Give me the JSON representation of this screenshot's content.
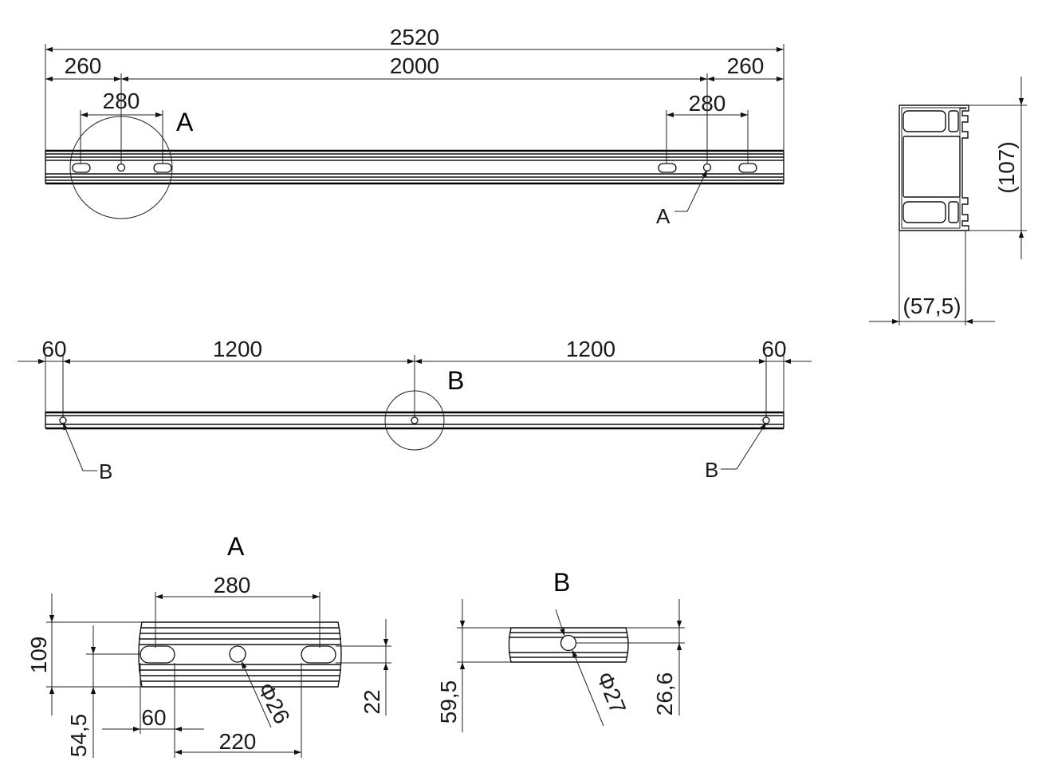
{
  "views": {
    "front": {
      "overall": "2520",
      "end_left": "260",
      "middle": "2000",
      "end_right": "260",
      "slot_left": "280",
      "slot_right": "280",
      "detail_label": "A",
      "leader_label": "A"
    },
    "section": {
      "height": "(107)",
      "width": "(57,5)"
    },
    "side": {
      "end_left": "60",
      "span_left": "1200",
      "span_right": "1200",
      "end_right": "60",
      "detail_label": "B",
      "leader_left": "B",
      "leader_right": "B"
    },
    "detail_a": {
      "title": "A",
      "slot_pitch": "280",
      "height": "109",
      "center_height": "54,5",
      "slot_length": "60",
      "slot_spacing": "220",
      "hole_dia": "Φ26",
      "slot_width": "22"
    },
    "detail_b": {
      "title": "B",
      "height": "59,5",
      "center_height": "26,6",
      "hole_dia": "Φ27"
    }
  }
}
